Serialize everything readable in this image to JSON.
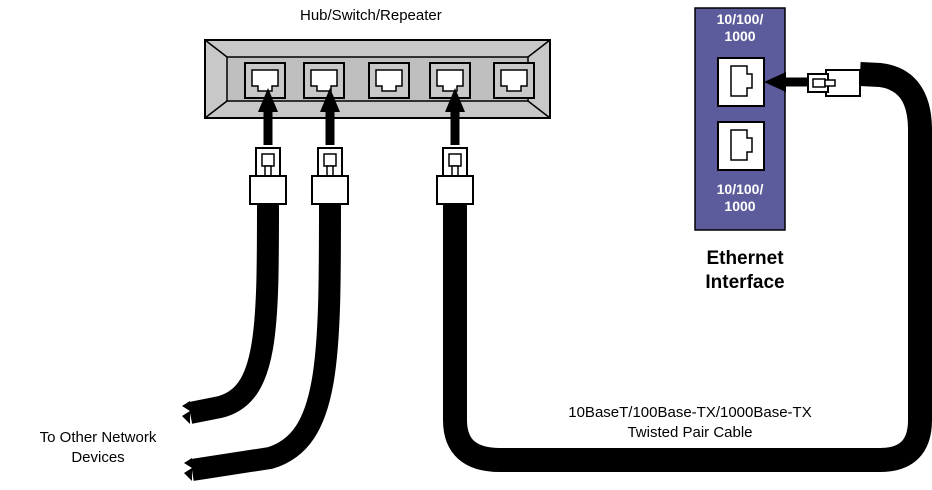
{
  "hub": {
    "title": "Hub/Switch/Repeater",
    "port_count": 5
  },
  "nic": {
    "speed_top": [
      "10/100/",
      "1000"
    ],
    "speed_bottom": [
      "10/100/",
      "1000"
    ],
    "title": [
      "Ethernet",
      "Interface"
    ]
  },
  "cable": {
    "label": [
      "10BaseT/100Base-TX/1000Base-TX",
      "Twisted Pair Cable"
    ]
  },
  "devices": {
    "label": [
      "To Other Network",
      "Devices"
    ]
  },
  "colors": {
    "hub_face": "#c8c8c8",
    "nic_panel": "#5c5c9c",
    "cable": "#000000",
    "port_fill": "#ffffff"
  }
}
